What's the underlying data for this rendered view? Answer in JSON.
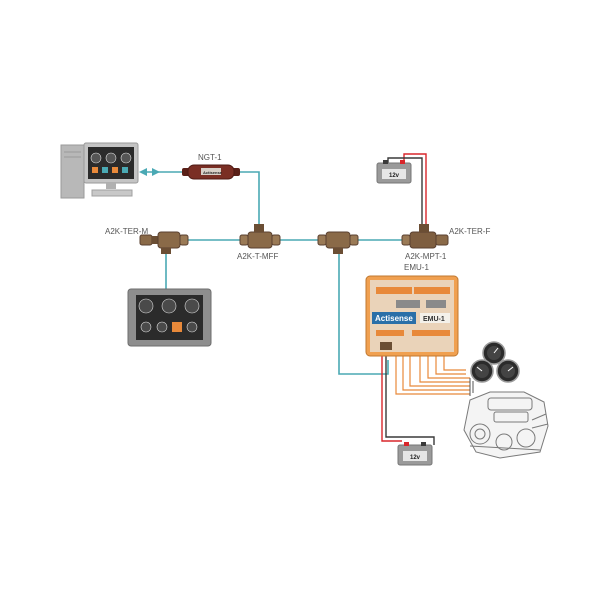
{
  "colors": {
    "network_cable": "#4aa9b4",
    "power_positive": "#d9262b",
    "power_negative": "#3a3a3a",
    "engine_wiring": "#e8893a",
    "emu_body": "#f0a050",
    "connector_bronze": "#8a6a48",
    "gateway_body": "#7a2e24"
  },
  "labels": {
    "ngt": "NGT-1",
    "ngt_badge": "Actisense",
    "ter_m": "A2K-TER-M",
    "t_mff": "A2K-T-MFF",
    "ter_f": "A2K-TER-F",
    "mpt": "A2K-MPT-1",
    "emu": "EMU-1",
    "emu_brand": "Actisense",
    "emu_badge": "EMU-1"
  },
  "batteries": {
    "top": "12v",
    "bottom": "12v"
  },
  "icons": {
    "pc": "desktop-computer-icon",
    "display": "chartplotter-display-icon",
    "engine": "marine-engine-icon",
    "gauges": "analogue-gauge-cluster-icon"
  }
}
